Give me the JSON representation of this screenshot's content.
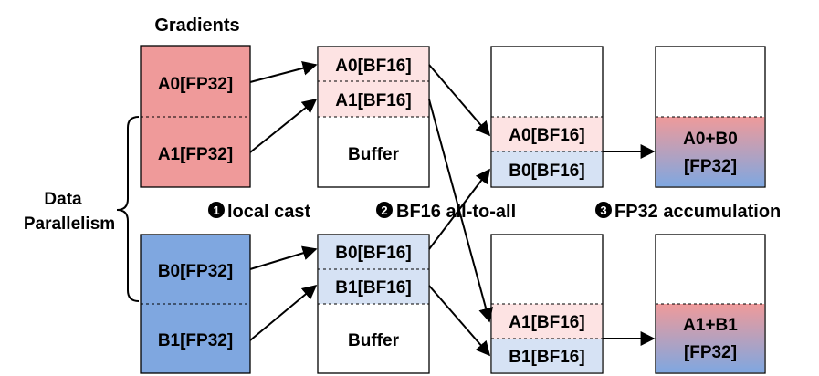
{
  "title": "Gradients",
  "data_parallelism": {
    "line1": "Data",
    "line2": "Parallelism"
  },
  "steps": {
    "step1": {
      "num": "1",
      "text": "local cast"
    },
    "step2": {
      "num": "2",
      "text": "BF16 all-to-all"
    },
    "step3": {
      "num": "3",
      "text": "FP32 accumulation"
    }
  },
  "gradients": {
    "a0": "A0[FP32]",
    "a1": "A1[FP32]",
    "b0": "B0[FP32]",
    "b1": "B1[FP32]"
  },
  "buffer_top": {
    "a0": "A0[BF16]",
    "a1": "A1[BF16]",
    "label": "Buffer"
  },
  "buffer_bottom": {
    "b0": "B0[BF16]",
    "b1": "B1[BF16]",
    "label": "Buffer"
  },
  "recv_top": {
    "a0": "A0[BF16]",
    "b0": "B0[BF16]"
  },
  "recv_bottom": {
    "a1": "A1[BF16]",
    "b1": "B1[BF16]"
  },
  "result_top": {
    "line1": "A0+B0",
    "line2": "[FP32]"
  },
  "result_bottom": {
    "line1": "A1+B1",
    "line2": "[FP32]"
  },
  "colors": {
    "red": "#ef9a9a",
    "blue": "#7fa7e0",
    "light_red": "#fde3e3",
    "light_blue": "#d6e2f4"
  }
}
